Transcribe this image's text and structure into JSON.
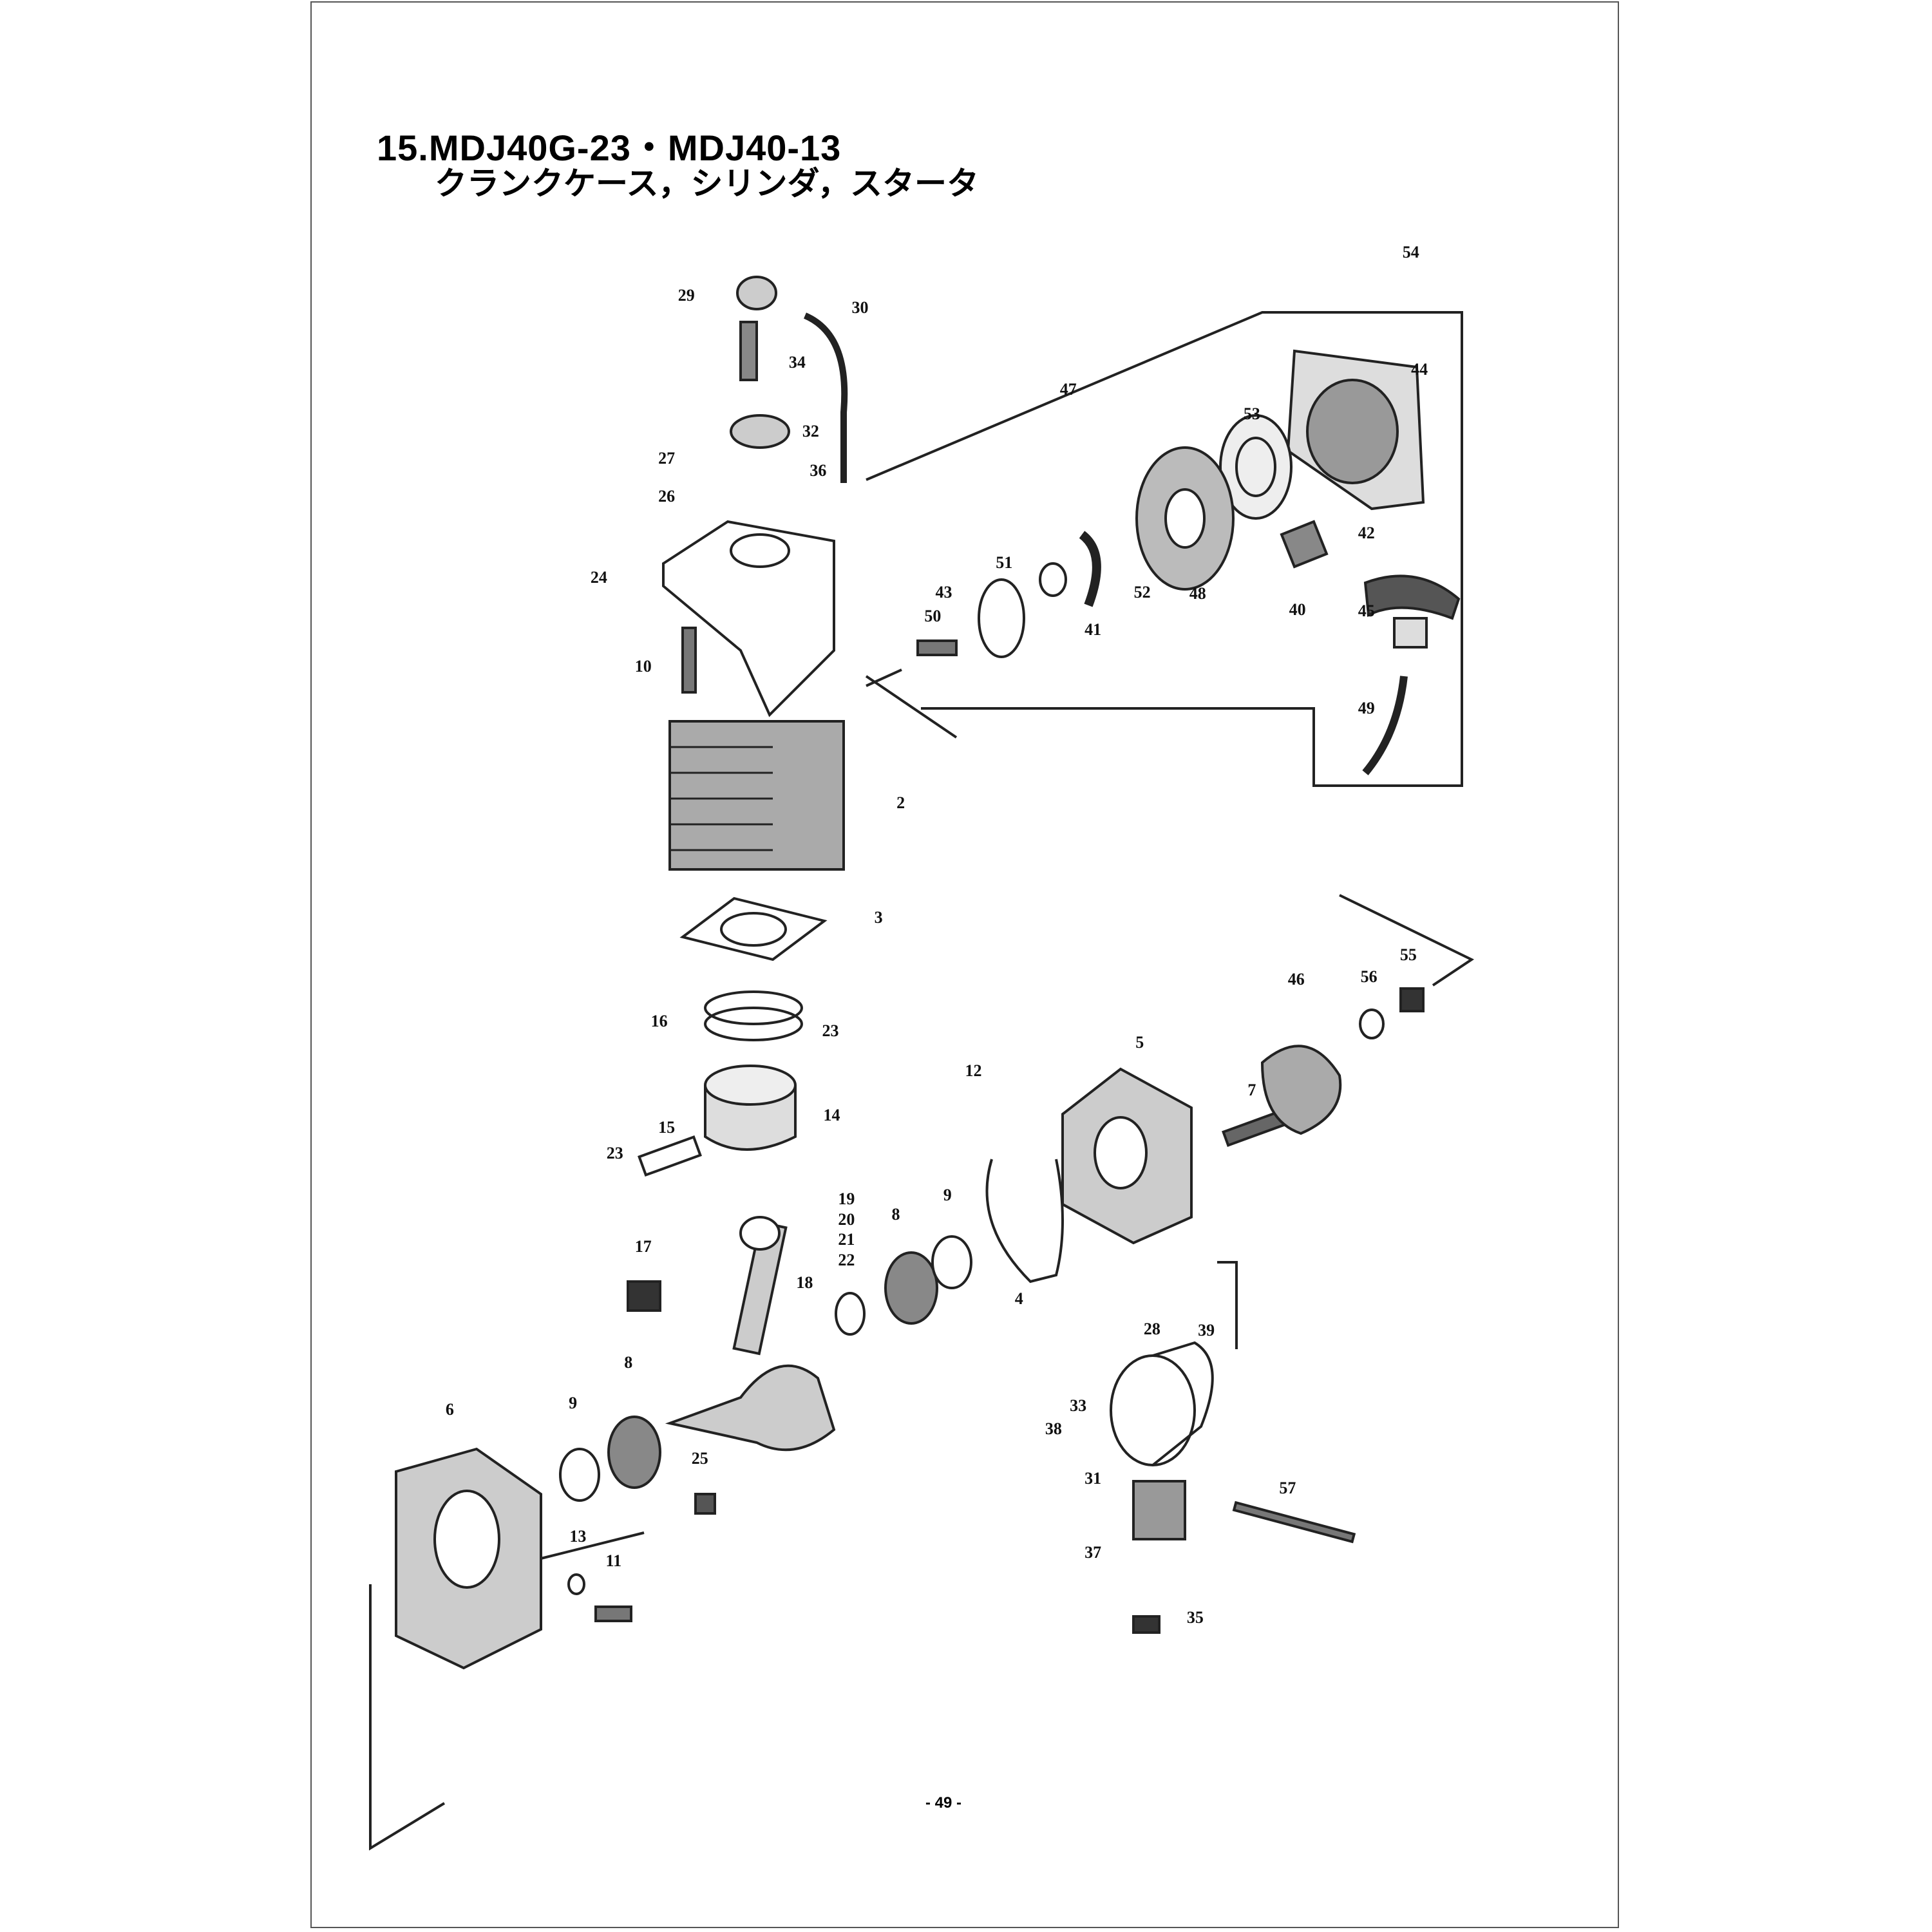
{
  "title": {
    "line1": "15.MDJ40G-23・MDJ40-13",
    "line2": "クランクケース，シリンダ，スタータ"
  },
  "part_labels": [
    "54",
    "30",
    "29",
    "34",
    "47",
    "44",
    "32",
    "53",
    "27",
    "36",
    "26",
    "42",
    "51",
    "24",
    "43",
    "52",
    "48",
    "40",
    "41",
    "45",
    "50",
    "10",
    "49",
    "2",
    "3",
    "55",
    "46",
    "56",
    "16",
    "23",
    "5",
    "12",
    "7",
    "14",
    "15",
    "23",
    "19",
    "20",
    "21",
    "22",
    "8",
    "9",
    "17",
    "18",
    "4",
    "28",
    "39",
    "8",
    "9",
    "33",
    "38",
    "6",
    "25",
    "31",
    "57",
    "13",
    "11",
    "37",
    "35"
  ],
  "page_number": "- 49 -"
}
